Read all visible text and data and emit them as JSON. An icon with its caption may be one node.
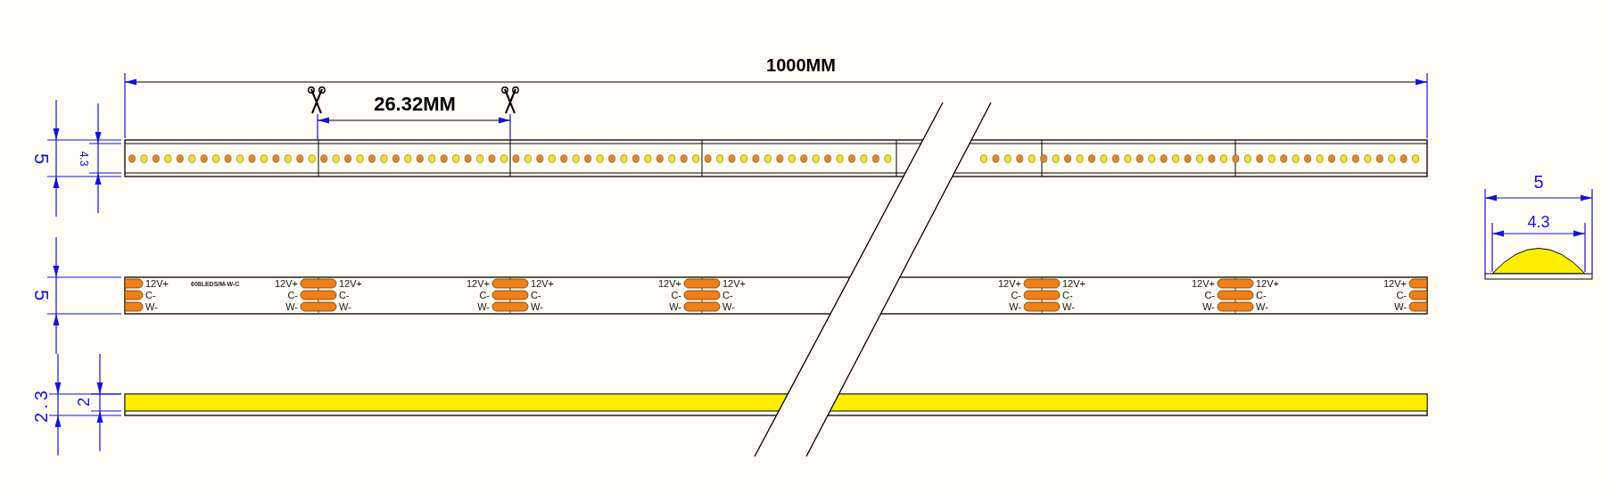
{
  "diagram": {
    "labels": [
      "1000MM",
      "26.32MM",
      "5",
      "4.3",
      "5",
      "4.3",
      "5",
      "12V+",
      "608LEDS/M-W-C",
      "12V+",
      "12V+",
      "12V+",
      "12V+",
      "12V+",
      "12V+",
      "12V+",
      "12V+",
      "12V+",
      "12V+",
      "12V+",
      "C-",
      "C-",
      "C-",
      "C-",
      "C-",
      "C-",
      "C-",
      "C-",
      "C-",
      "C-",
      "C-",
      "C-",
      "W-",
      "W-",
      "W-",
      "W-",
      "W-",
      "W-",
      "W-",
      "W-",
      "W-",
      "W-",
      "W-",
      "W-",
      "2.3",
      "2"
    ]
  }
}
